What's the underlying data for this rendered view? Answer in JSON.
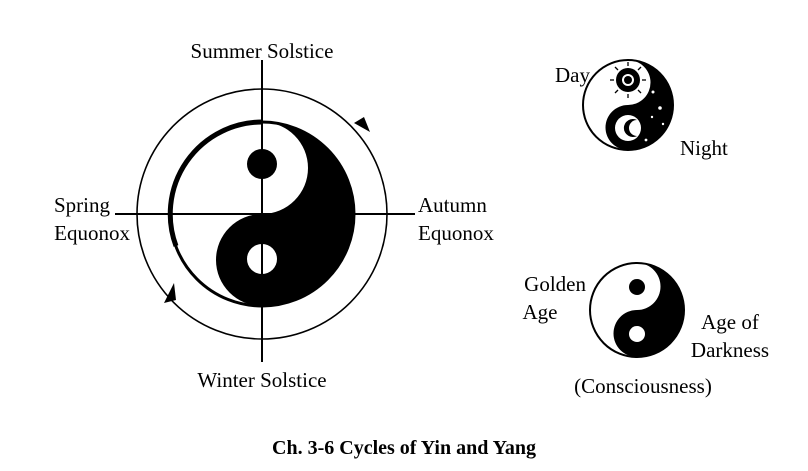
{
  "caption": "Ch. 3-6 Cycles of Yin and Yang",
  "seasons": {
    "top": "Summer Solstice",
    "left_1": "Spring",
    "left_2": "Equonox",
    "right_1": "Autumn",
    "right_2": "Equonox",
    "bottom": "Winter Solstice"
  },
  "day_night": {
    "day": "Day",
    "night": "Night"
  },
  "ages": {
    "golden_1": "Golden",
    "golden_2": "Age",
    "dark_1": "Age of",
    "dark_2": "Darkness",
    "note": "(Consciousness)"
  },
  "colors": {
    "ink": "#000000",
    "paper": "#ffffff"
  }
}
